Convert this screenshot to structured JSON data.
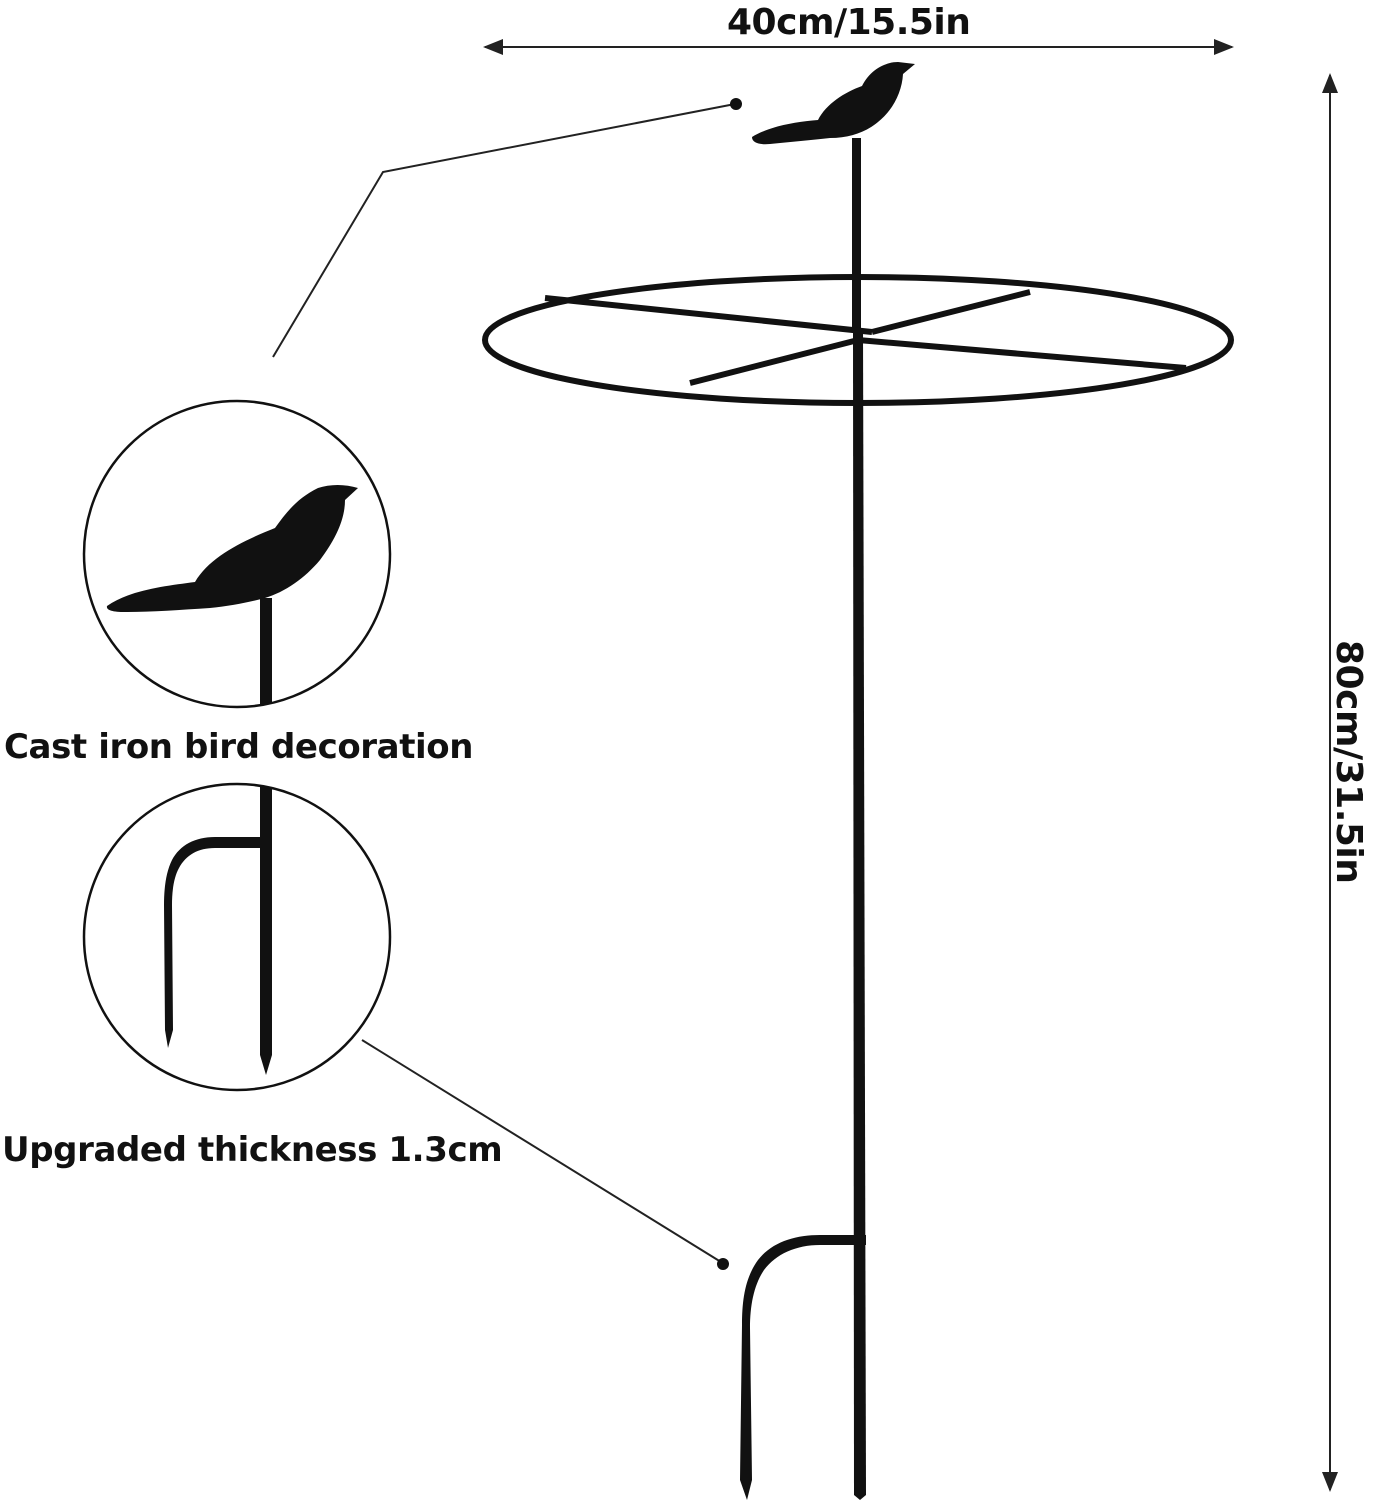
{
  "dimensions": {
    "width_label": "40cm/15.5in",
    "height_label": "80cm/31.5in"
  },
  "callouts": {
    "bird_caption": "Cast iron bird decoration",
    "thickness_caption": "Upgraded thickness 1.3cm"
  },
  "colors": {
    "background": "#ffffff",
    "metal": "#111111",
    "lines": "#222222"
  }
}
